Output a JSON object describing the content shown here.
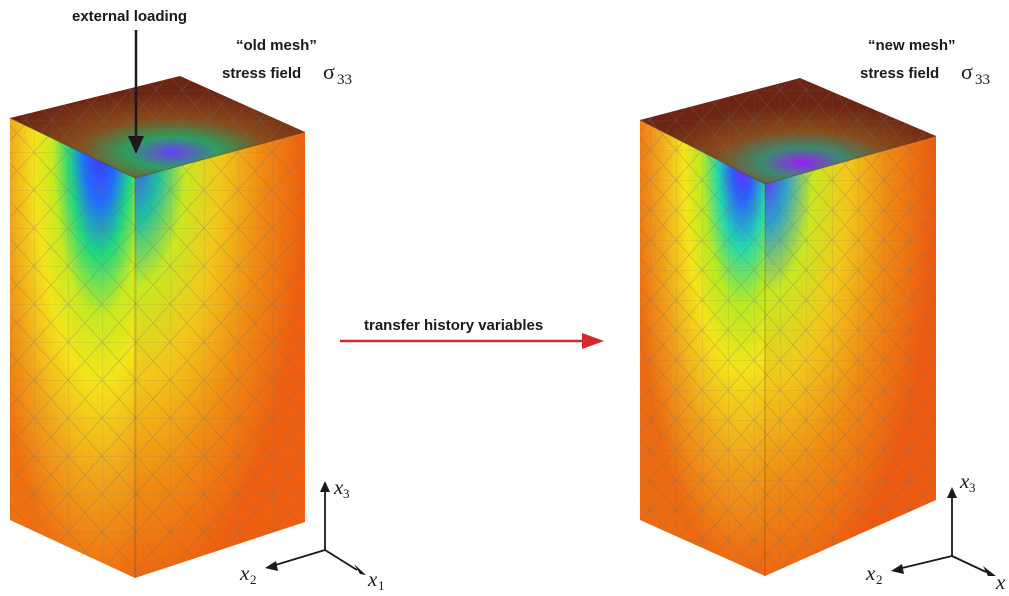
{
  "old_mesh": {
    "title": "“old mesh”",
    "field_label": "stress field",
    "symbol": "σ",
    "symbol_sub": "33",
    "loading_label": "external loading"
  },
  "new_mesh": {
    "title": "“new mesh”",
    "field_label": "stress field",
    "symbol": "σ",
    "symbol_sub": "33"
  },
  "transfer": {
    "label": "transfer history variables",
    "arrow_color": "#d62828"
  },
  "axes": {
    "x1": {
      "letter": "x",
      "sub": "1"
    },
    "x2": {
      "letter": "x",
      "sub": "2"
    },
    "x3": {
      "letter": "x",
      "sub": "3"
    }
  },
  "colors": {
    "field_high": "#f07a10",
    "field_mid": "#f2e01a",
    "field_low1": "#22d88a",
    "field_low2": "#1a5bff",
    "field_min": "#8a1aff",
    "top_face": "#7a2a14"
  }
}
